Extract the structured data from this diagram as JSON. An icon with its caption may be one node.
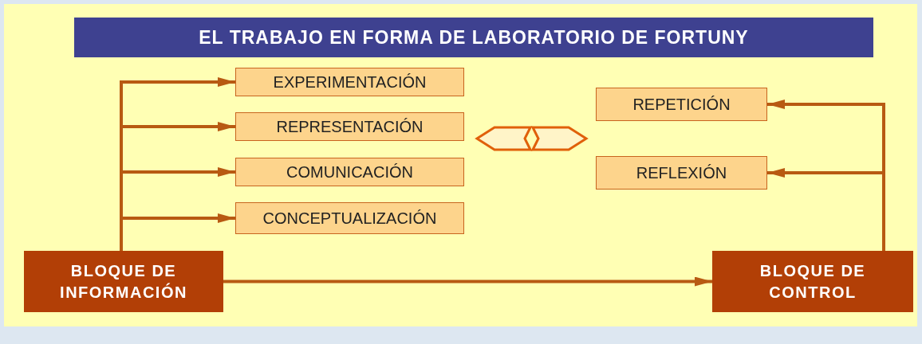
{
  "diagram": {
    "title": "EL TRABAJO EN FORMA DE LABORATORIO DE FORTUNY",
    "nodes": [
      {
        "text": [
          "BLOQUE DE INFORMACIÓN"
        ]
      },
      {
        "text": [
          "EXPERIMENTACIÓN"
        ]
      },
      {
        "text": [
          "REPRESENTACIÓN"
        ]
      },
      {
        "text": [
          "COMUNICACIÓN"
        ]
      },
      {
        "text": [
          "CONCEPTUALIZACIÓN"
        ]
      },
      {
        "text": [
          "REPETICIÓN"
        ]
      },
      {
        "text": [
          "REFLEXIÓN"
        ]
      },
      {
        "text": [
          "BLOQUE DE CONTROL"
        ]
      }
    ],
    "edges": [
      {
        "from": 0,
        "to": 1,
        "arrow": "to"
      },
      {
        "from": 0,
        "to": 2,
        "arrow": "to"
      },
      {
        "from": 0,
        "to": 3,
        "arrow": "to"
      },
      {
        "from": 0,
        "to": 4,
        "arrow": "to"
      },
      {
        "from": 0,
        "to": 7,
        "arrow": "to"
      },
      {
        "from": 7,
        "to": 5,
        "arrow": "to"
      },
      {
        "from": 7,
        "to": 6,
        "arrow": "to"
      }
    ]
  }
}
